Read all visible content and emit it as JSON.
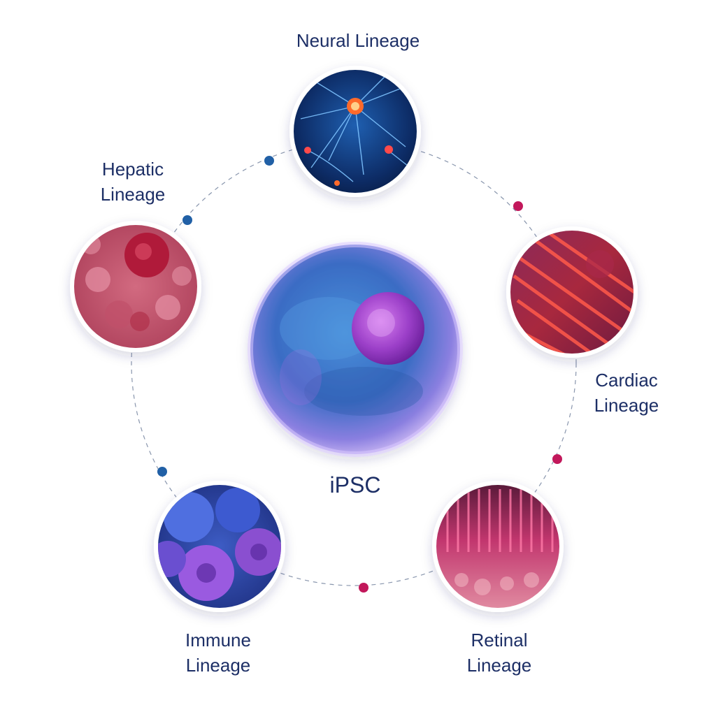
{
  "center": {
    "label": "iPSC"
  },
  "lineages": [
    {
      "id": "neural",
      "line1": "Neural Lineage",
      "line2": "",
      "theme": "neural"
    },
    {
      "id": "cardiac",
      "line1": "Cardiac",
      "line2": "Lineage",
      "theme": "cardiac"
    },
    {
      "id": "retinal",
      "line1": "Retinal",
      "line2": "Lineage",
      "theme": "retinal"
    },
    {
      "id": "immune",
      "line1": "Immune",
      "line2": "Lineage",
      "theme": "immune"
    },
    {
      "id": "hepatic",
      "line1": "Hepatic",
      "line2": "Lineage",
      "theme": "hepatic"
    }
  ],
  "colors": {
    "text": "#1d2f66",
    "dot_blue": "#2160a6",
    "dot_pink": "#c2185b",
    "ring": "#6b7c99"
  }
}
